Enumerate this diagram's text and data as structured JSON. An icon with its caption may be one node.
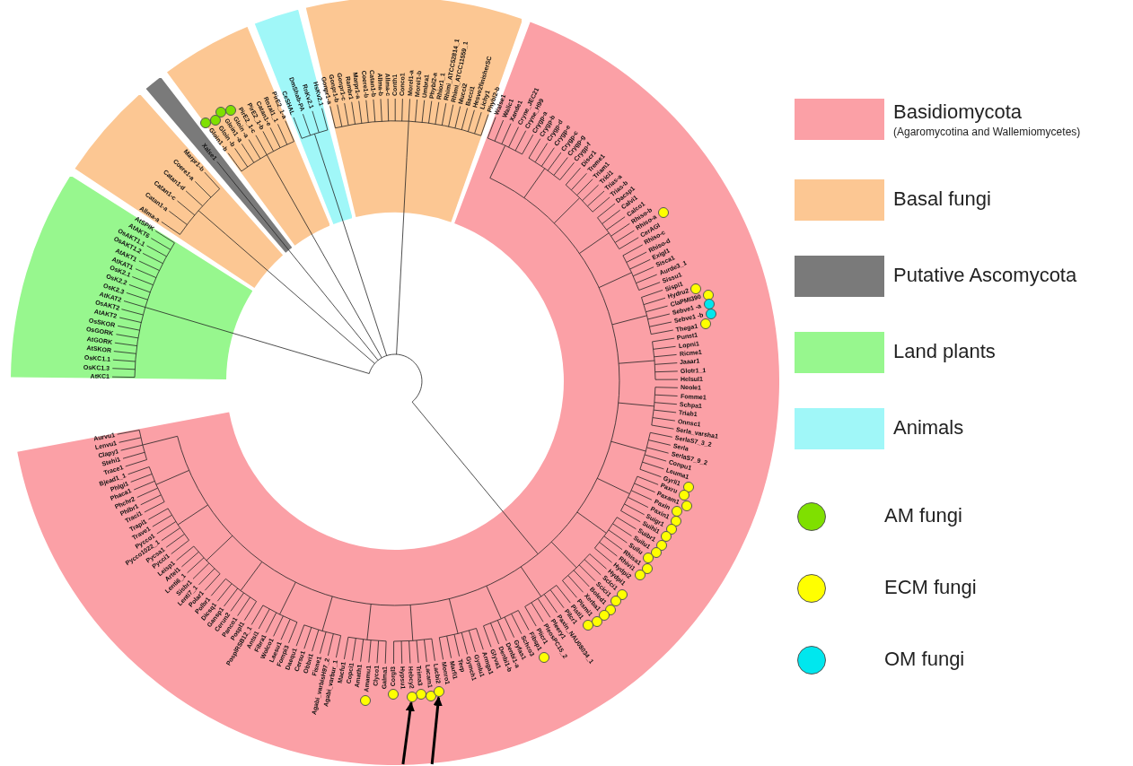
{
  "diagram": {
    "nodes": [
      {
        "text": [
          "AtKC1",
          "OsKC1.3",
          "OsKC1.1",
          "AtSKOR",
          "AtGORK",
          "OsGORK",
          "OsSKOR",
          "AtAKT2",
          "OsAKT2",
          "AtKAT2",
          "OsK2.3",
          "OsK2.2",
          "OsK2.1",
          "AtKAT1",
          "AtAKT1",
          "OsAKT1.2",
          "OsAKT1.1",
          "AtAKT6",
          "AtSPIK"
        ]
      },
      {
        "text": [
          "Allma-a",
          "Catan1-a",
          "Catan1-c",
          "Catan1-d",
          "Coere1-a",
          "Marpr1-b"
        ]
      },
      {
        "text": [
          "Xalse1"
        ]
      },
      {
        "text": [
          "Gloin1 -b",
          "Gloin -b",
          "Gloin1 -a",
          "Gloin -a",
          "PirE2_1-c",
          "PirE2_1-b",
          "Catan1-e",
          "Rozal1_1",
          "PirE2_1-a"
        ]
      },
      {
        "text": [
          "CeSHAL",
          "DmShab-PA",
          "RnKv2.1",
          "HsKv2.1"
        ]
      },
      {
        "text": [
          "Gonpr1-a",
          "Gonpr1-b",
          "Gonpr1-c",
          "Rambr1",
          "Marpr1-a",
          "Coere1-b",
          "Catan1-b",
          "Allma-b",
          "Allma-c",
          "Conth1",
          "Conco1",
          "Morel1-a",
          "Morel1-b",
          "Umbra1",
          "Phybl2-a",
          "Rhior1_1",
          "Rhimi_ATCC52814_1",
          "Rhimi_ATCC11559_1",
          "Mucci2",
          "Bacci1",
          "Hesve2finisherSC",
          "Lichy1",
          "Phybl2-b"
        ]
      },
      {
        "text": [
          "Walse1",
          "Walic1",
          "Xande1",
          "Cryne_JEC21",
          "Cryne_H99",
          "Crygp-a",
          "Crygp-b",
          "Crygp-d",
          "Crygp-e",
          "Crygp-c",
          "Crygp-g",
          "Crygp-f",
          "Discr1",
          "Treme1",
          "Triam1",
          "Trici1",
          "Trias-a",
          "Trias-b",
          "Dacsp1",
          "Calvi1",
          "Calco1",
          "Rhiso-b",
          "Rhiso-a",
          "CerAGI",
          "Rhiso-c",
          "Rhiso-d",
          "Exigl1",
          "Sisca1",
          "Aurde3_1",
          "Sissu1",
          "Sispi1",
          "Hydru2",
          "ClaPMI390",
          "Sebve1 -a",
          "Sebve1 -b",
          "Thega1",
          "Punst1",
          "Lopni1",
          "Ricme1",
          "Jaaar1",
          "Glotr1_1",
          "Helsul1",
          "Neole1",
          "Fomme1",
          "Schpa1",
          "Triab1",
          "Onnsc1",
          "Serla_varsha1",
          "SerlaS7_3_2",
          "Serla",
          "SerlaS7_9_2",
          "Conpu1",
          "Leuma1",
          "Gyrli1",
          "Paxru",
          "Paxam1",
          "Paxin",
          "Paxin1",
          "Suigr1",
          "Suihi1",
          "Suibr1",
          "Suilu1",
          "Suilu",
          "Rhisa1",
          "Rhivi1",
          "Hydpi2",
          "Hydpi1",
          "Sclci1",
          "Scici1",
          "Boled1",
          "Xerba1",
          "Pismi1",
          "Pisti1",
          "Pilcr1",
          "Paxin_NAU08034_1",
          "Pleery1",
          "PleosPC15_2",
          "Plicr1",
          "Fibsp1",
          "Schco3",
          "Gyfas1",
          "Denbi1-a",
          "Denbi1-b",
          "Glyva1",
          "Armga1",
          "Gymlu1",
          "Gymch1",
          "Terp",
          "Marfi1",
          "Monro1",
          "Lacbi2",
          "Lacam1",
          "Trima3",
          "Hebcy2",
          "Hypsu1",
          "Corgl3",
          "Galma1",
          "Clyco1",
          "Amamu1",
          "Amath1",
          "Copci1",
          "Macfu1",
          "Agabi_varbur_1",
          "Agabi_varbisH97_2",
          "Fisne1",
          "Obbri1",
          "Cersu1",
          "Daequ1",
          "Fompi3",
          "Laesu1",
          "Wolco1",
          "Fibra1",
          "Antsi1",
          "PosplRSB12_1",
          "Pospl1",
          "Panco1",
          "Cerun2",
          "Gansp1",
          "Dicsq1",
          "Polbr1",
          "Polar1",
          "Lenti7_1",
          "Sisbr1",
          "Lenti6_1",
          "Artel1",
          "Leisp1",
          "Pycci1",
          "Pycsa1",
          "Pycco1022_1",
          "Pycco1",
          "Trave1",
          "Trapi1",
          "Traci1",
          "Phlbr1",
          "Phchr2",
          "Phaca1",
          "Phlgi1",
          "Bjead1_1",
          "Trace1",
          "Stehi1",
          "Clapy1",
          "Lenvu1",
          "Aurvu1"
        ]
      },
      {
        "text": [],
        "shape": "circle",
        "in": 6
      },
      {
        "text": [],
        "shape": "circle",
        "in": 6
      }
    ],
    "edges": [
      {
        "from": null,
        "to": 7,
        "arrow": "to"
      },
      {
        "from": null,
        "to": 8,
        "arrow": "to"
      }
    ],
    "labels": [
      "(Agaromycotina and Wallemiomycetes)"
    ],
    "legend": [
      {
        "text": "Basidiomycota",
        "color": "#fba0a6"
      },
      {
        "text": "Basal fungi",
        "color": "#fcc793"
      },
      {
        "text": "Putative Ascomycota",
        "color": "#7a7a7a"
      },
      {
        "text": "Land plants",
        "color": "#97f78e"
      },
      {
        "text": "Animals",
        "color": "#a0f7f8"
      },
      {
        "text": "AM fungi",
        "color": "#7fe000"
      },
      {
        "text": "ECM fungi",
        "color": "#ffff00"
      },
      {
        "text": "OM fungi",
        "color": "#00e7ee"
      }
    ]
  }
}
